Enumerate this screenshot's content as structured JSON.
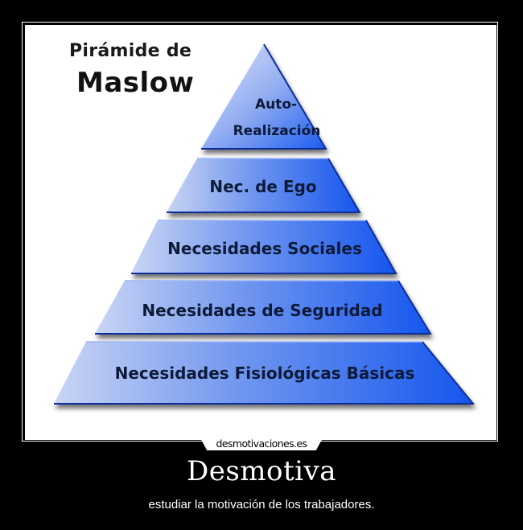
{
  "poster": {
    "title_line1": "Pirámide de",
    "title_line2": "Maslow",
    "levels": [
      {
        "label_line1": "Auto-",
        "label_line2": "Realización"
      },
      {
        "label": "Nec. de Ego"
      },
      {
        "label": "Necesidades Sociales"
      },
      {
        "label": "Necesidades de Seguridad"
      },
      {
        "label": "Necesidades Fisiológicas Básicas"
      }
    ],
    "colors": {
      "band_light": "#c3d0f2",
      "band_dark": "#1a5cf0",
      "band_edge": "#0a2f9a",
      "text": "#0d1a38"
    }
  },
  "footer": {
    "site": "desmotivaciones.es",
    "headline": "Desmotiva",
    "caption": "estudiar la motivación de los trabajadores."
  }
}
